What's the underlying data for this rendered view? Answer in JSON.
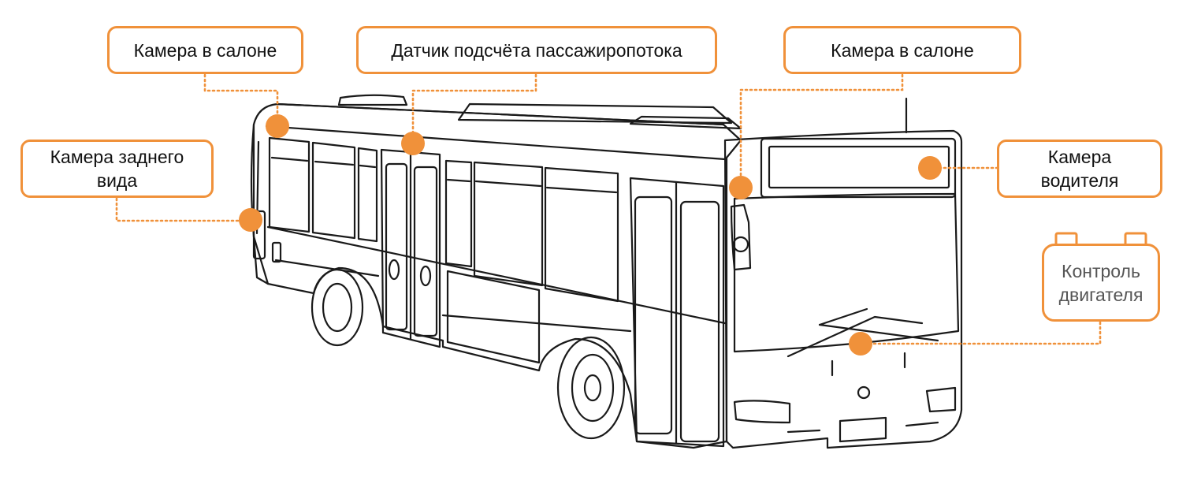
{
  "colors": {
    "accent": "#F0913A",
    "outline": "#1a1a1a",
    "text": "#111111",
    "muted_text": "#555555"
  },
  "labels": {
    "cabin_camera_left": {
      "text": "Камера в салоне"
    },
    "passenger_sensor": {
      "text": "Датчик подсчёта пассажиропотока"
    },
    "cabin_camera_right": {
      "text": "Камера в салоне"
    },
    "rear_camera": {
      "line1": "Камера заднего",
      "line2": "вида"
    },
    "driver_camera": {
      "line1": "Камера",
      "line2": "водителя"
    },
    "engine_control": {
      "line1": "Контроль",
      "line2": "двигателя"
    }
  }
}
